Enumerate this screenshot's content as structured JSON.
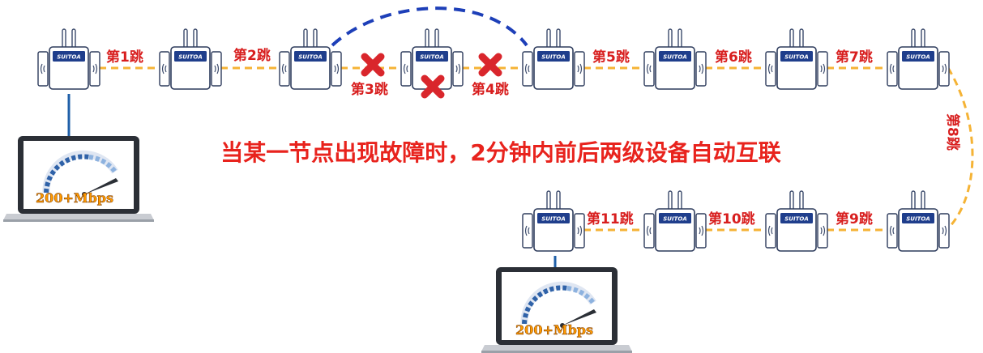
{
  "hops": [
    {
      "label": "第1跳"
    },
    {
      "label": "第2跳"
    },
    {
      "label": "第3跳"
    },
    {
      "label": "第4跳"
    },
    {
      "label": "第5跳"
    },
    {
      "label": "第6跳"
    },
    {
      "label": "第7跳"
    },
    {
      "label": "第8跳"
    },
    {
      "label": "第9跳"
    },
    {
      "label": "第10跳"
    },
    {
      "label": "第11跳"
    }
  ],
  "main_text": "当某一节点出现故障时，2分钟内前后两级设备自动互联",
  "laptops": [
    {
      "speed": "200+Mbps"
    },
    {
      "speed": "200+Mbps"
    }
  ],
  "device_brand": "SUITOA",
  "failed_hops": [
    "第3跳",
    "第4跳"
  ],
  "colors": {
    "hop_link": "#f5b335",
    "bypass_link": "#1d3fb8",
    "hop_text": "#d81e1e",
    "fail_mark": "#d9262c",
    "main_text": "#e8231d",
    "speed_text": "#ff9a00",
    "device_body": "#1f3e8c",
    "laptop_cable": "#1f5fa8"
  }
}
